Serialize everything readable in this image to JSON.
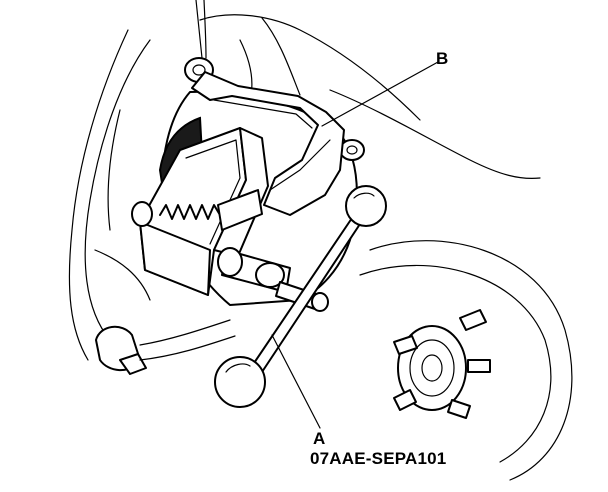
{
  "labels": {
    "b": "B",
    "a": "A",
    "tool_number": "07AAE-SEPA101"
  }
}
